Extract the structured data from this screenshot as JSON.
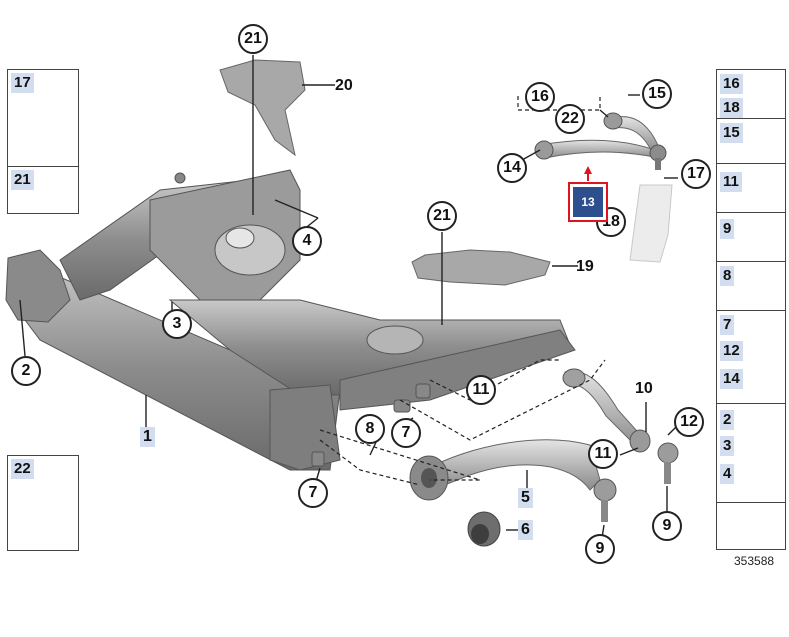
{
  "diagram_id": "353588",
  "highlight": {
    "label": "13",
    "border_color": "#e0141e",
    "fill_color": "#2d4f8e"
  },
  "callouts": {
    "c21_top": "21",
    "c20": "20",
    "c4": "4",
    "c3": "3",
    "c2": "2",
    "c21_mid": "21",
    "c19": "19",
    "c16": "16",
    "c22": "22",
    "c15": "15",
    "c14": "14",
    "c17": "17",
    "c18": "18",
    "c11_a": "11",
    "c10": "10",
    "c12": "12",
    "c11_b": "11",
    "c8": "8",
    "c7_a": "7",
    "c7_b": "7",
    "c9_a": "9",
    "c9_b": "9"
  },
  "tags": {
    "t1": "1",
    "t5": "5",
    "t6": "6"
  },
  "left_boxes": {
    "box1": {
      "label": "17"
    },
    "box2": {
      "label": "21"
    },
    "box3": {
      "label": "22"
    }
  },
  "right_boxes": {
    "r1": {
      "labels": [
        "16",
        "18"
      ]
    },
    "r2": {
      "labels": [
        "15"
      ]
    },
    "r3": {
      "labels": [
        "11"
      ]
    },
    "r4": {
      "labels": [
        "9"
      ]
    },
    "r5": {
      "labels": [
        "8"
      ]
    },
    "r6": {
      "labels": [
        "7",
        "12",
        "14"
      ]
    },
    "r7": {
      "labels": [
        "2",
        "3",
        "4"
      ]
    }
  },
  "colors": {
    "part_fill": "#9a9a9a",
    "part_dark": "#6f6f6f",
    "tag_bg": "#d2deef",
    "line": "#222222"
  }
}
